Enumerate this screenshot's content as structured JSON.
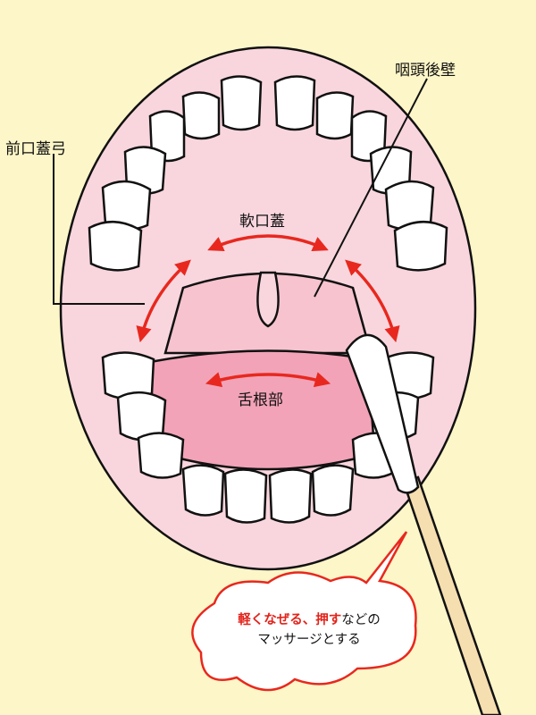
{
  "labels": {
    "anterior_palatal_arch": "前口蓋弓",
    "posterior_pharyngeal_wall": "咽頭後壁",
    "soft_palate": "軟口蓋",
    "tongue_base": "舌根部"
  },
  "bubble": {
    "line1_emph": "軽くなぜる、押す",
    "line1_rest": "などの",
    "line2": "マッサージとする"
  },
  "colors": {
    "background": "#fdf6c8",
    "mouth": "#f9d6de",
    "throat": "#f6c3cf",
    "tongue": "#f2a3b8",
    "arrow": "#e8281e",
    "outline": "#111111",
    "swab_stick": "#f5deb0"
  }
}
